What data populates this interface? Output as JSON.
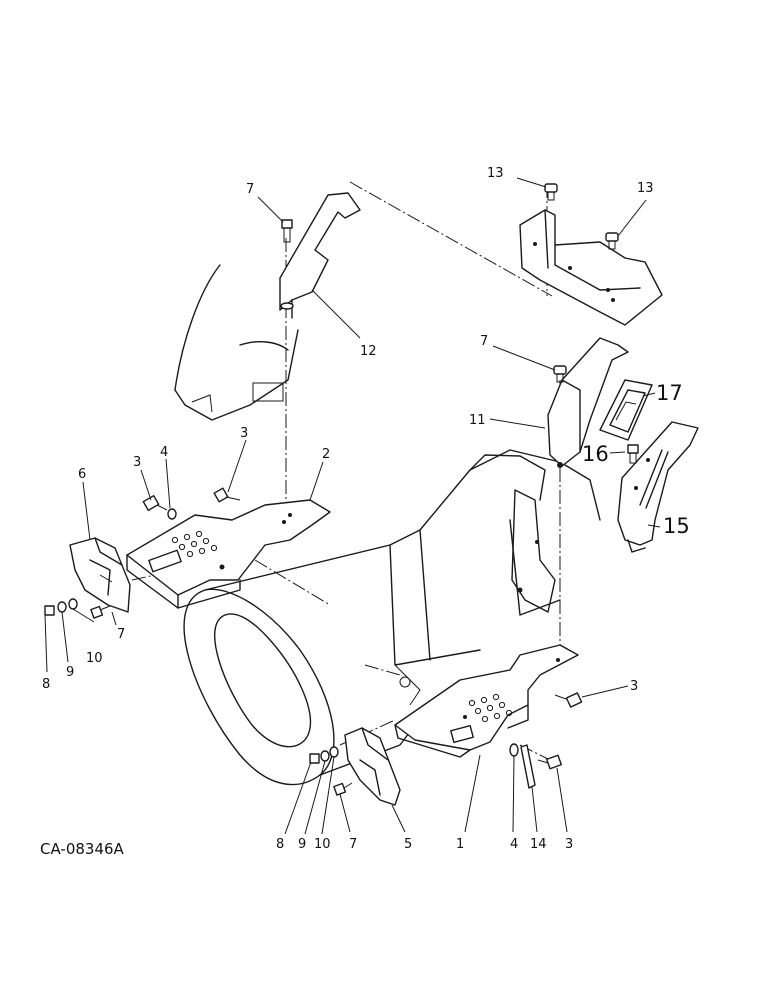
{
  "callouts": {
    "c7_top_left": "7",
    "c12": "12",
    "c13_left": "13",
    "c13_right": "13",
    "c7_mid_right": "7",
    "c17": "17",
    "c11": "11",
    "c16": "16",
    "c15": "15",
    "c3_a": "3",
    "c3_b": "3",
    "c4_top": "4",
    "c2": "2",
    "c6": "6",
    "c7_left": "7",
    "c8_left": "8",
    "c9_left": "9",
    "c10_left": "10",
    "c3_right": "3",
    "c8_bottom": "8",
    "c9_bottom": "9",
    "c10_bottom": "10",
    "c7_bottom": "7",
    "c5": "5",
    "c1": "1",
    "c4_bottom": "4",
    "c14": "14",
    "c3_bottom": "3"
  },
  "reference_code": "CA-08346A"
}
